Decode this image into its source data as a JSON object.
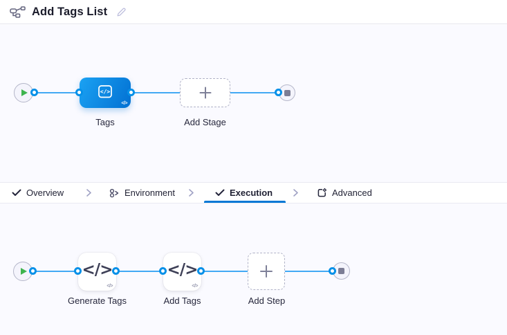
{
  "header": {
    "title": "Add Tags List",
    "icons": {
      "left": "pipeline-studio-icon",
      "edit": "edit-pencil-icon"
    }
  },
  "tabs": {
    "items": [
      {
        "label": "Overview",
        "icon": "check-icon",
        "active": false
      },
      {
        "label": "Environment",
        "icon": "environment-icon",
        "active": false
      },
      {
        "label": "Execution",
        "icon": "check-icon",
        "active": true
      },
      {
        "label": "Advanced",
        "icon": "advanced-gear-icon",
        "active": false
      }
    ],
    "separator_icon": "chevron-right-icon"
  },
  "stage_pipeline": {
    "start_node": "play-icon",
    "end_node": "stop-icon",
    "stages": [
      {
        "label": "Tags",
        "type": "custom-stage",
        "icon": "code-stage-icon"
      },
      {
        "label": "Add Stage",
        "type": "add-placeholder",
        "icon": "plus-icon"
      }
    ]
  },
  "execution_pipeline": {
    "start_node": "play-icon",
    "end_node": "stop-icon",
    "steps": [
      {
        "label": "Generate Tags",
        "type": "script-step",
        "icon": "code-step-icon"
      },
      {
        "label": "Add Tags",
        "type": "script-step",
        "icon": "code-step-icon"
      },
      {
        "label": "Add Step",
        "type": "add-placeholder",
        "icon": "plus-icon"
      }
    ]
  },
  "glyphs": {
    "step_code": "</>",
    "badge_code": "</>"
  },
  "colors": {
    "accent_blue": "#0278d5",
    "line_blue": "#42a9f4",
    "stage_gradient_start": "#1ba2f3",
    "stage_gradient_end": "#0270d2",
    "play_green": "#3eb44e",
    "stop_gray": "#7c7d95",
    "canvas_bg": "#fafaff"
  }
}
